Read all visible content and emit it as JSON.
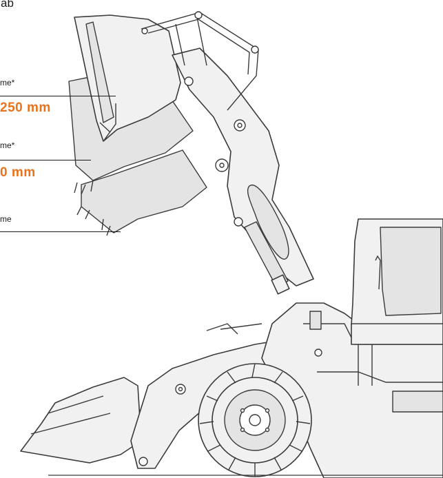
{
  "labels": {
    "top_fragment": "ab",
    "upper_caption": "me*",
    "upper_value": "250 mm",
    "middle_caption": "me*",
    "middle_value": "0 mm",
    "lower_caption": "me"
  },
  "icons": {
    "loader_illustration": "wheel-loader-drawing-icon"
  },
  "colors": {
    "accent": "#e8731c",
    "line": "#3a3a3a",
    "fill": "#f1f1f1"
  }
}
